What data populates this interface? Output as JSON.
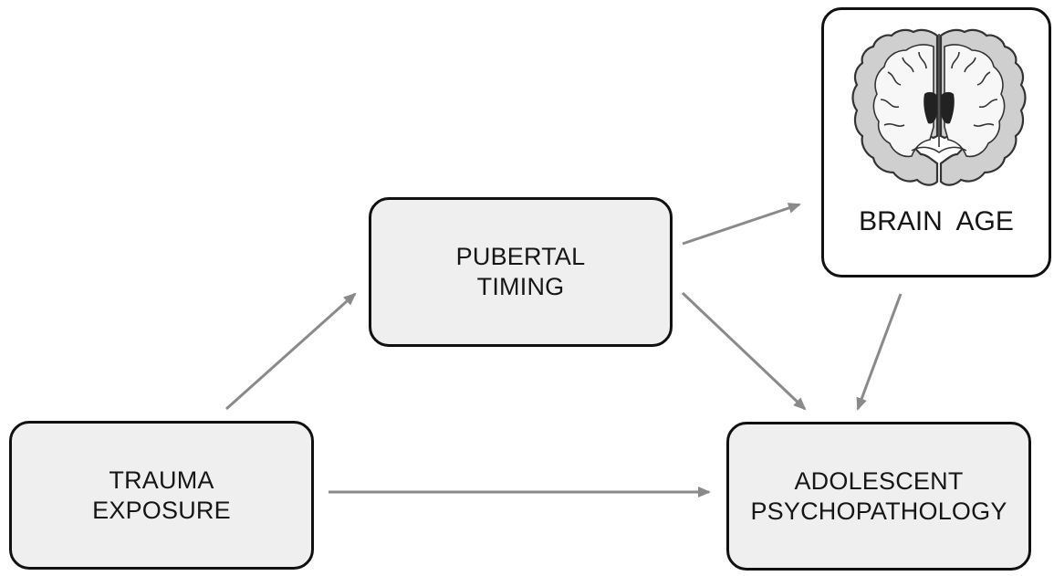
{
  "nodes": {
    "trauma": {
      "line1": "TRAUMA",
      "line2": "EXPOSURE"
    },
    "pubertal": {
      "line1": "PUBERTAL",
      "line2": "TIMING"
    },
    "brain": {
      "label": "BRAIN AGE"
    },
    "psycho": {
      "line1": "ADOLESCENT",
      "line2": "PSYCHOPATHOLOGY"
    }
  },
  "edges": [
    {
      "from": "trauma",
      "to": "pubertal"
    },
    {
      "from": "trauma",
      "to": "psycho"
    },
    {
      "from": "pubertal",
      "to": "brain"
    },
    {
      "from": "pubertal",
      "to": "psycho"
    },
    {
      "from": "brain",
      "to": "psycho"
    }
  ],
  "colors": {
    "arrow": "#8a8a8a",
    "box_border": "#111111",
    "box_fill": "#efefef",
    "brain_fill": "#cfcfcf",
    "brain_stroke": "#333333",
    "ventricle": "#222222"
  },
  "icons": {
    "brain": "brain-coronal-section-icon"
  }
}
